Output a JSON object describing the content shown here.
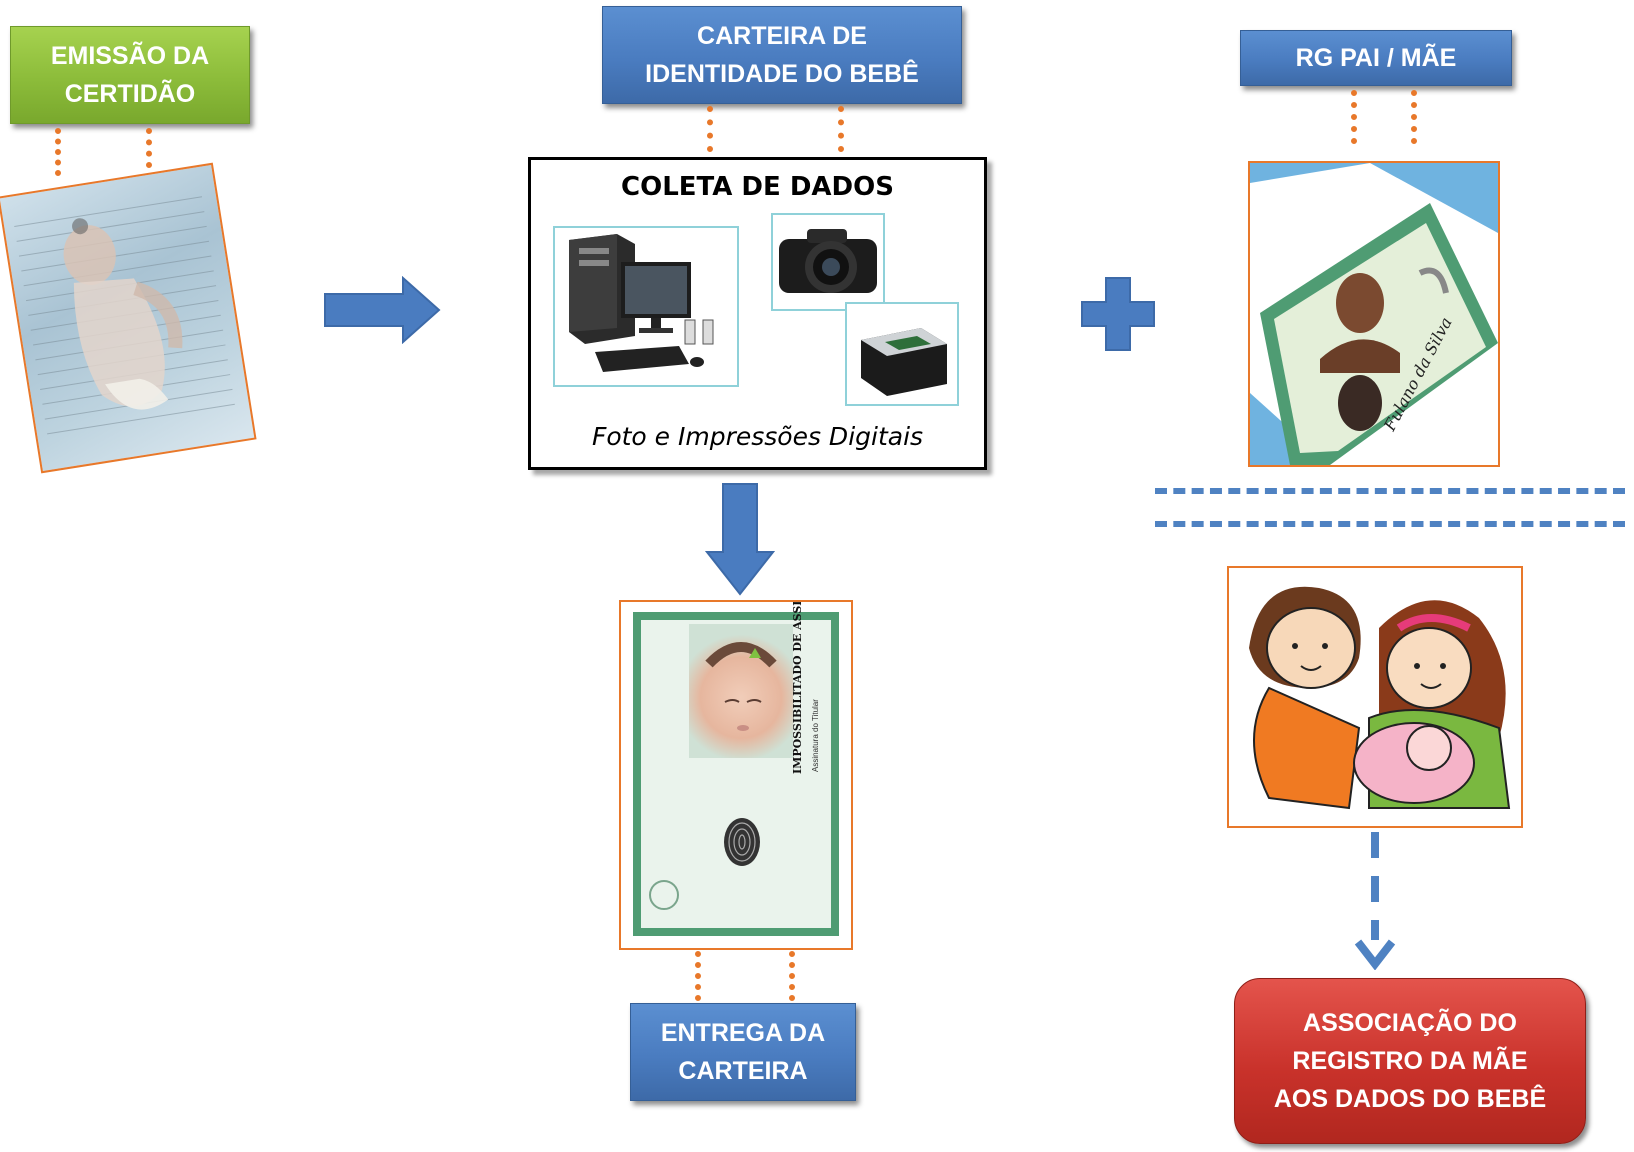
{
  "labels": {
    "emissao": "EMISSÃO DA\nCERTIDÃO",
    "carteira": "CARTEIRA DE\nIDENTIDADE  DO BEBÊ",
    "rg": "RG PAI / MÃE",
    "entrega": "ENTREGA DA\nCARTEIRA",
    "associacao": "ASSOCIAÇÃO DO\nREGISTRO DA MÃE\nAOS DADOS DO BEBÊ"
  },
  "coleta": {
    "title": "COLETA DE DADOS",
    "caption": "Foto e Impressões Digitais"
  },
  "id_card": {
    "side_text": "IMPOSSIBILITADO DE ASSINAR",
    "side_sub": "Assinatura do Titular"
  },
  "rg_card": {
    "signature": "Fulano da Silva"
  },
  "colors": {
    "green": "#8cbc3a",
    "blue": "#4a7cc0",
    "red": "#c9322b",
    "orange": "#e8782a"
  }
}
